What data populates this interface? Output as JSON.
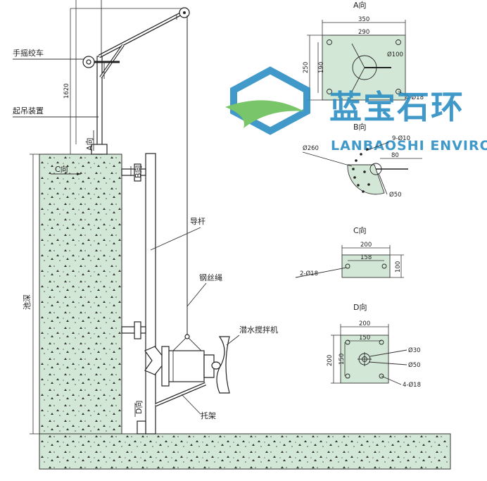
{
  "labels": {
    "winch": "手摇绞车",
    "hoist": "起吊装置",
    "guide_rod": "导杆",
    "wire_rope": "钢丝绳",
    "mixer": "潜水搅拌机",
    "bracket": "托架",
    "pool_depth": "池深",
    "dim_1620": "1620",
    "dir_a": "A向",
    "dir_b": "B向",
    "dir_c": "C向",
    "dir_d": "D向"
  },
  "view_a": {
    "title": "A向",
    "w_outer": "350",
    "w_inner": "290",
    "h_outer": "250",
    "h_inner": "190",
    "dia": "Ø100",
    "holes": "4-Ø18"
  },
  "view_b": {
    "title": "B向",
    "r": "Ø260",
    "holes": "9-Ø10",
    "len": "80",
    "dia": "Ø50"
  },
  "view_c": {
    "title": "C向",
    "w_outer": "200",
    "w_inner": "158",
    "h": "100",
    "holes": "2-Ø18"
  },
  "view_d": {
    "title": "D向",
    "w_outer": "200",
    "w_inner": "150",
    "h_outer": "200",
    "h_inner": "150",
    "dia1": "Ø30",
    "dia2": "Ø50",
    "holes": "4-Ø18"
  },
  "watermark": {
    "cn": "蓝宝石环",
    "en": "LANBAOSHI ENVIRO",
    "color": "#2d8fc4",
    "accent": "#6bbf59"
  }
}
